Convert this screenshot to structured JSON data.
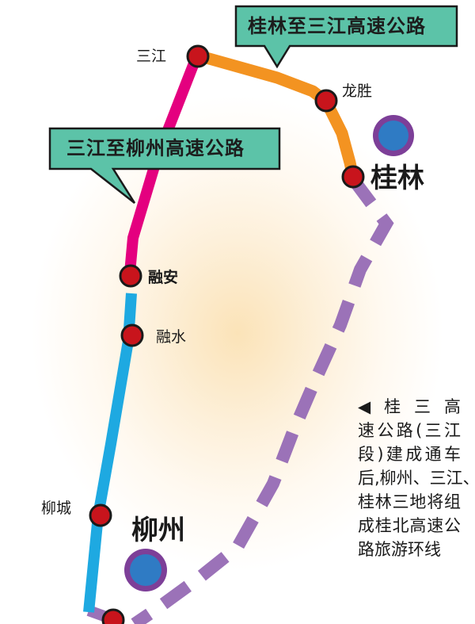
{
  "callouts": {
    "guilin_sanjiang": "桂林至三江高速公路",
    "sanjiang_liuzhou": "三江至柳州高速公路"
  },
  "stations": {
    "sanjiang": "三江",
    "longsheng": "龙胜",
    "guilin": "桂林",
    "rongan": "融安",
    "rongshui": "融水",
    "liucheng": "柳城",
    "liuzhou": "柳州"
  },
  "note": {
    "lines": [
      "◀桂三高",
      "速公路(三江",
      "段)建成通车",
      "后,柳州、三江、",
      "桂林三地将组",
      "成桂北高速公",
      "路旅游环线"
    ]
  },
  "colors": {
    "guilin_sanjiang_route": "#f39321",
    "sanjiang_liuzhou_route": "#e4007f",
    "liuzhou_rongan_route": "#1ea9e1",
    "tourism_loop_dashed": "#9b72b8",
    "station": "#c8141c",
    "city_fill": "#2f7bc4",
    "city_ring": "#7d3f98",
    "callout_fill": "#5cc3a8"
  }
}
